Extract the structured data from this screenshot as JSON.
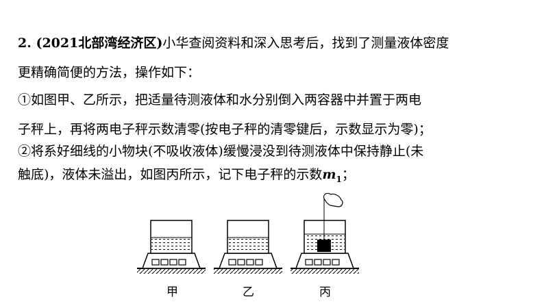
{
  "question": {
    "number_source": "2. (2021北部湾经济区)",
    "line1_rest": "小华查阅资料和深入思考后，找到了测量液体密度",
    "line2": "更精确简便的方法，操作如下：",
    "line3": "①如图甲、乙所示，把适量待测液体和水分别倒入两容器中并置于两电",
    "line4": "子秤上，再将两电子秤示数清零(按电子秤的清零键后，示数显示为零)；",
    "line5": "②将系好细线的小物块(不吸收液体)缓慢浸没到待测液体中保持静止(未",
    "line6_text": "触底)，液体未溢出，如图丙所示，记下电子秤的示数",
    "line6_var": "m",
    "line6_sub": "1",
    "line6_end": "；"
  },
  "figure": {
    "captions": [
      "甲",
      "乙",
      "丙"
    ]
  }
}
